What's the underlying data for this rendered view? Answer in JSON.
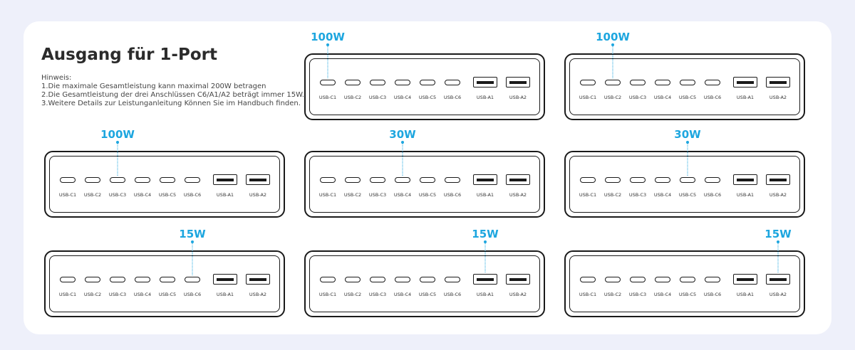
{
  "title": "Ausgang für 1-Port",
  "notes": [
    "Hinweis:",
    "1.Die maximale Gesamtleistung kann maximal 200W betragen",
    "2.Die Gesamtleistung der drei Anschlüssen C6/A1/A2 beträgt immer 15W.",
    "3.Weitere Details zur Leistunganleitung Können Sie im Handbuch finden."
  ],
  "ports": [
    "USB-C1",
    "USB-C2",
    "USB-C3",
    "USB-C4",
    "USB-C5",
    "USB-C6",
    "USB-A1",
    "USB-A2"
  ],
  "accent": "#1da6df",
  "diagrams": [
    {
      "watt": "100W",
      "port": 0
    },
    {
      "watt": "100W",
      "port": 1
    },
    {
      "watt": "100W",
      "port": 2
    },
    {
      "watt": "30W",
      "port": 3
    },
    {
      "watt": "30W",
      "port": 4
    },
    {
      "watt": "15W",
      "port": 5
    },
    {
      "watt": "15W",
      "port": 6
    },
    {
      "watt": "15W",
      "port": 7
    }
  ]
}
